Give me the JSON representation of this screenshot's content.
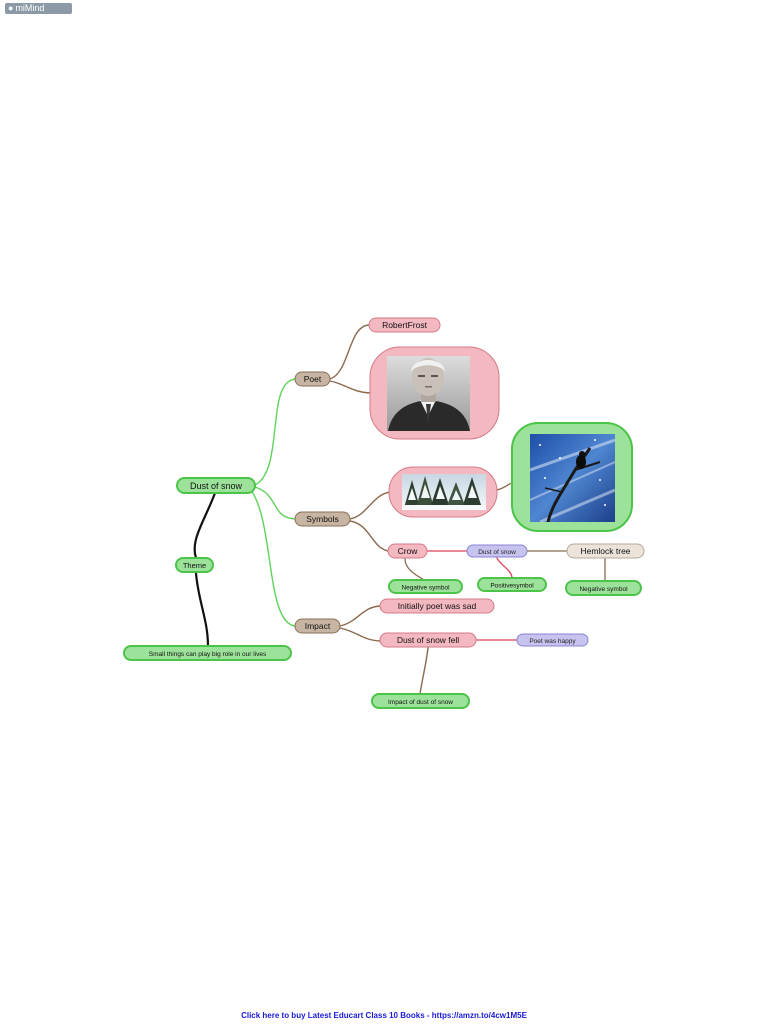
{
  "app": {
    "brand": "miMind"
  },
  "footer": {
    "link_text": "Click here to buy Latest Educart Class 10 Books - https://amzn.to/4cw1M5E"
  },
  "colors": {
    "green_fill": "#9de29a",
    "green_stroke": "#4cc44a",
    "brown_fill": "#c7b4a2",
    "brown_stroke": "#8a6f58",
    "pink_fill": "#f3b8c0",
    "pink_stroke": "#d67a88",
    "lavender_fill": "#c6c3ee",
    "lavender_stroke": "#8a86d4",
    "beige_fill": "#ece3da",
    "beige_stroke": "#b8a898",
    "link_green": "#5fd35a",
    "link_brown": "#8b6a4e",
    "link_black": "#111111",
    "link_red": "#e0405a"
  },
  "nodes": {
    "root": "Dust of snow",
    "poet": "Poet",
    "poet_name": "RobertFrost",
    "symbols": "Symbols",
    "crow": "Crow",
    "dust_of_snow": "Dust of snow",
    "hemlock_tree": "Hemlock tree",
    "negative_symbol_crow": "Negative symbol",
    "positive_symbol": "Positivesymbol",
    "negative_symbol_tree": "Negative symbol",
    "impact": "Impact",
    "initially_sad": "Initially poet was sad",
    "dust_fell": "Dust of snow fell",
    "poet_happy": "Poet was happy",
    "impact_of_dust": "Impact of dust of snow",
    "theme": "Theme",
    "theme_message": "Small things can play big role in our lives"
  },
  "images": {
    "poet_portrait": "poet-portrait",
    "snowy_trees": "snowy-trees",
    "crow_on_tree": "crow-on-tree"
  }
}
